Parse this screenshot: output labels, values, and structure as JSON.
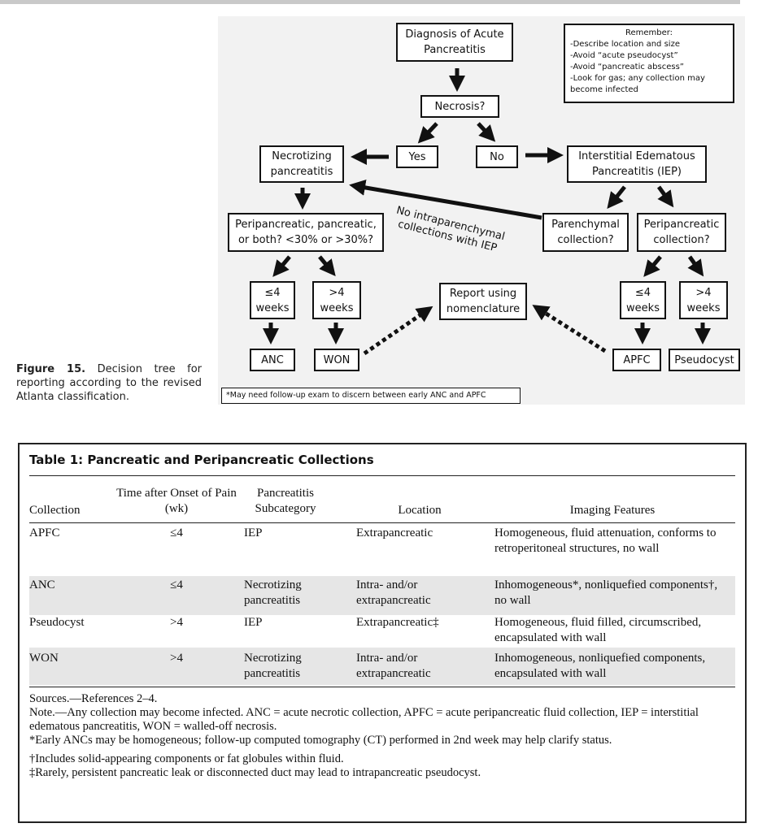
{
  "figure": {
    "caption_label": "Figure 15.",
    "caption_text": "Decision tree for reporting according to the revised Atlanta classification.",
    "nodes": {
      "diagnosis": "Diagnosis of Acute Pancreatitis",
      "necrosis": "Necrosis?",
      "yes": "Yes",
      "no": "No",
      "necrotizing": "Necrotizing pancreatitis",
      "iep": "Interstitial Edematous Pancreatitis (IEP)",
      "peri_pancreatic": "Peripancreatic, pancreatic, or both? <30% or >30%?",
      "parenchymal": "Parenchymal collection?",
      "peripancreatic_collection": "Peripancreatic collection?",
      "left_le4": "≤4 weeks",
      "left_gt4": ">4 weeks",
      "right_le4": "≤4 weeks",
      "right_gt4": ">4 weeks",
      "report": "Report using nomenclature",
      "anc": "ANC",
      "won": "WON",
      "apfc": "APFC",
      "pseudocyst": "Pseudocyst"
    },
    "diagonal_note": "No intraparenchymal collections with IEP",
    "remember": {
      "title": "Remember:",
      "items": [
        "-Describe location and size",
        "-Avoid “acute pseudocyst”",
        "-Avoid “pancreatic abscess”",
        "-Look for gas; any collection may become infected"
      ]
    },
    "footnote": "*May need follow-up exam to discern between early ANC and APFC"
  },
  "table": {
    "title": "Table 1: Pancreatic and Peripancreatic Collections",
    "headers": {
      "collection": "Collection",
      "time": "Time after Onset of Pain (wk)",
      "subcategory": "Pancreatitis Subcategory",
      "location": "Location",
      "imaging": "Imaging Features"
    },
    "rows": [
      {
        "collection": "APFC",
        "time": "≤4",
        "subcategory": "IEP",
        "location": "Extrapancreatic",
        "imaging": "Homogeneous, fluid attenuation, conforms to retroperitoneal structures, no wall"
      },
      {
        "collection": "ANC",
        "time": "≤4",
        "subcategory": "Necrotizing pancreatitis",
        "location": "Intra- and/or extrapancreatic",
        "imaging": "Inhomogeneous*, nonliquefied components†, no wall"
      },
      {
        "collection": "Pseudocyst",
        "time": ">4",
        "subcategory": "IEP",
        "location": "Extrapancreatic‡",
        "imaging": "Homogeneous, fluid filled, circumscribed, encapsulated with wall"
      },
      {
        "collection": "WON",
        "time": ">4",
        "subcategory": "Necrotizing pancreatitis",
        "location": "Intra- and/or extrapancreatic",
        "imaging": "Inhomogeneous, nonliquefied components, encapsulated with wall"
      }
    ],
    "notes": {
      "sources": "Sources.—References 2–4.",
      "note": "Note.—Any collection may become infected. ANC = acute necrotic collection, APFC = acute peripancreatic fluid collection, IEP = interstitial edematous pancreatitis, WON = walled-off necrosis.",
      "star": "*Early ANCs may be homogeneous; follow-up computed tomography (CT) performed in 2nd week may help clarify status.",
      "dagger": "†Includes solid-appearing components or fat globules within fluid.",
      "ddagger": "‡Rarely, persistent pancreatic leak or disconnected duct may lead to intrapancreatic pseudocyst."
    }
  }
}
